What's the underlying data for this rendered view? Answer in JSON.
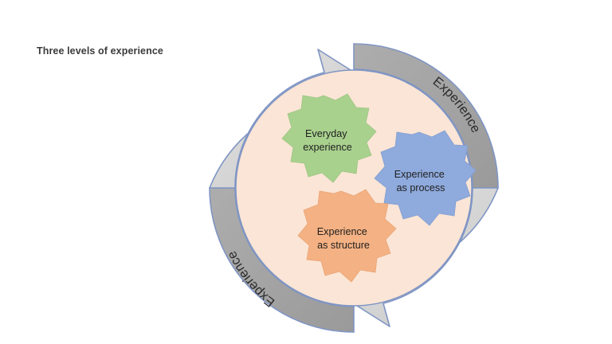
{
  "slide": {
    "title": "Three levels of experience",
    "background_color": "#ffffff"
  },
  "diagram": {
    "name": "three-levels-of-experience-cycle",
    "type": "cycle-with-gears",
    "inner_circle_color": "#fbe5d6",
    "outline_color": "#7f95c4",
    "band_light_color": "#d9d9d9",
    "band_dark_color": "#a6a6a6",
    "bands": [
      {
        "id": "band-top-right",
        "label": "Experience",
        "position": "top-right",
        "shade": "dark"
      },
      {
        "id": "band-bottom-left",
        "label": "Experience",
        "position": "bottom-left",
        "shade": "dark"
      }
    ],
    "arrows": [
      {
        "id": "arrow-top",
        "direction": "clockwise",
        "head_position": "top",
        "shade": "light"
      },
      {
        "id": "arrow-bottom",
        "direction": "clockwise",
        "head_position": "bottom",
        "shade": "light"
      }
    ],
    "gears": [
      {
        "id": "gear-everyday-experience",
        "label_line1": "Everyday",
        "label_line2": "experience",
        "color": "#a9d18e",
        "position": "upper-left"
      },
      {
        "id": "gear-experience-as-process",
        "label_line1": "Experience",
        "label_line2": "as process",
        "color": "#8faadc",
        "position": "right"
      },
      {
        "id": "gear-experience-as-structure",
        "label_line1": "Experience",
        "label_line2": "as structure",
        "color": "#f4b183",
        "position": "lower-center"
      }
    ]
  }
}
